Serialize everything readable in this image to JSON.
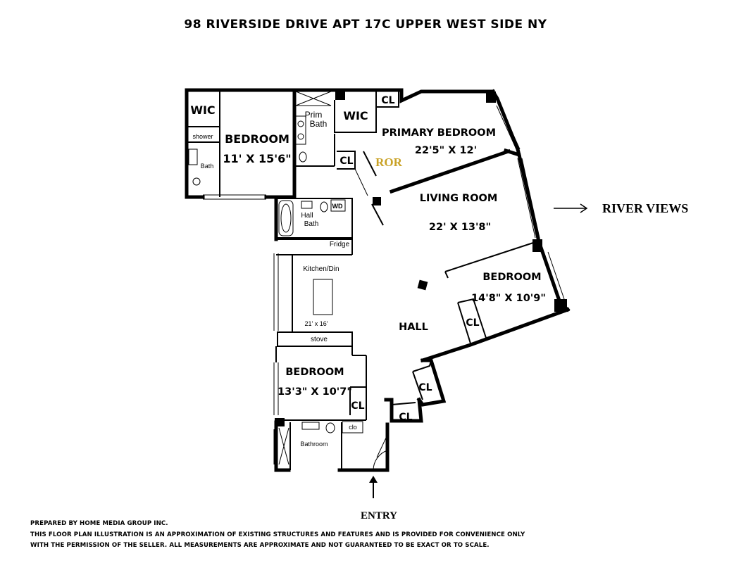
{
  "title": "98 RIVERSIDE DRIVE APT 17C UPPER WEST SIDE NY",
  "rooms": {
    "bedroom_nw_name": "BEDROOM",
    "bedroom_nw_size": "11' X 15'6\"",
    "wic_nw": "WIC",
    "shower": "shower",
    "bath_nw": "Bath",
    "prim_bath_1": "Prim",
    "prim_bath_2": "Bath",
    "wic_center": "WIC",
    "cl_top": "CL",
    "primary_name": "PRIMARY BEDROOM",
    "primary_size": "22'5\" X 12'",
    "cl_prim": "CL",
    "ror": "ROR",
    "living_name": "LIVING ROOM",
    "living_size": "22' X 13'8\"",
    "hall_bath_1": "Hall",
    "hall_bath_2": "Bath",
    "wd": "WD",
    "fridge": "Fridge",
    "kitchen_name": "Kitchen/Din",
    "kitchen_size": "21' x 16'",
    "stove": "stove",
    "hall": "HALL",
    "bedroom_e_name": "BEDROOM",
    "bedroom_e_size": "14'8\" X 10'9\"",
    "cl_e": "CL",
    "bedroom_s_name": "BEDROOM",
    "bedroom_s_size": "13'3\" X 10'7\"",
    "cl_s": "CL",
    "cl_hall1": "CL",
    "cl_hall2": "CL",
    "clo": "clo",
    "bathroom": "Bathroom"
  },
  "annotations": {
    "river_views": "RIVER VIEWS",
    "entry": "ENTRY"
  },
  "footer": {
    "line1": "PREPARED BY  HOME MEDIA GROUP INC.",
    "line2": "THIS FLOOR PLAN ILLUSTRATION IS AN APPROXIMATION OF EXISTING STRUCTURES AND FEATURES AND IS PROVIDED FOR CONVENIENCE ONLY",
    "line3": "WITH THE PERMISSION OF THE SELLER. ALL MEASUREMENTS ARE APPROXIMATE AND NOT GUARANTEED TO BE EXACT OR TO SCALE."
  }
}
